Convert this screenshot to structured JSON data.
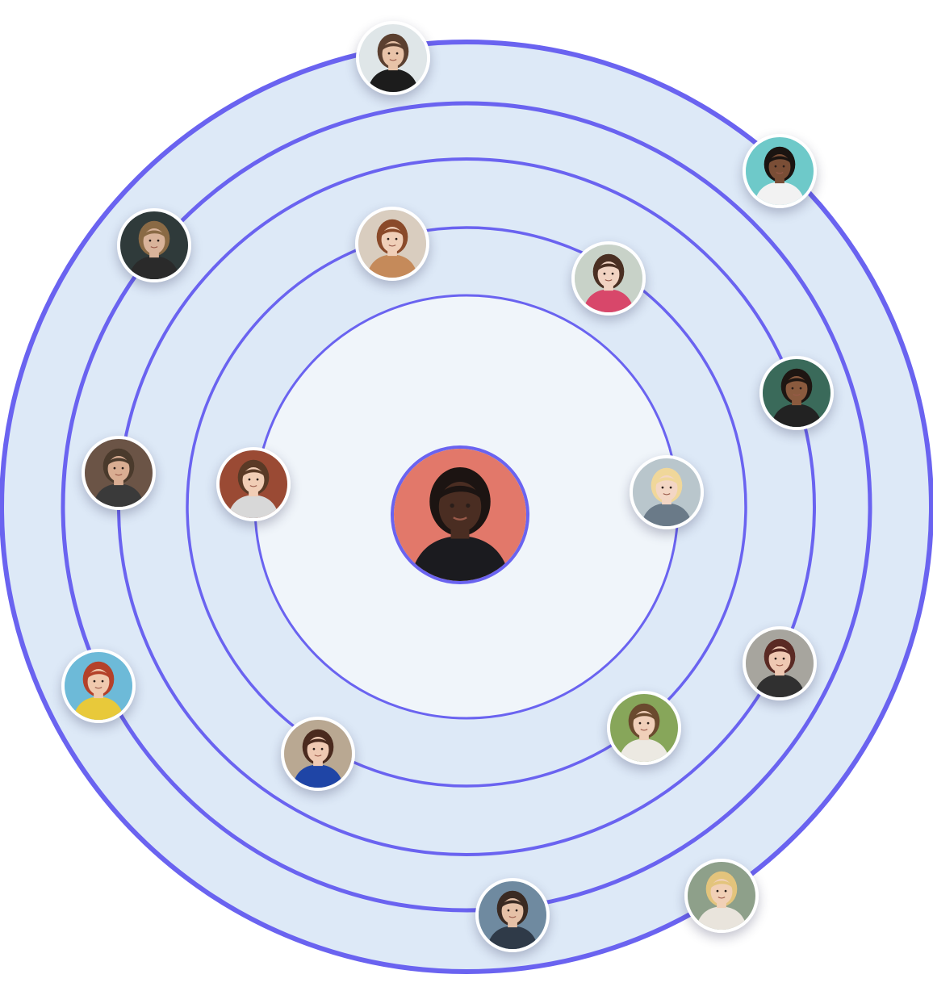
{
  "colors": {
    "ring_stroke": "#6a63f0",
    "band_fill": "#dde9f7",
    "core_fill": "#f0f5fa",
    "avatar_border": "#ffffff"
  },
  "rings": [
    {
      "name": "ring-5",
      "level": 5
    },
    {
      "name": "ring-4",
      "level": 4
    },
    {
      "name": "ring-3",
      "level": 3
    },
    {
      "name": "ring-2",
      "level": 2
    },
    {
      "name": "ring-1",
      "level": 1
    }
  ],
  "center_person": {
    "name": "center-person-avatar",
    "icon": "person-photo",
    "bg": "#e2786a",
    "skin": "#4a2d22",
    "hair": "#1c1412",
    "shirt": "#1b1b1f"
  },
  "people": [
    {
      "name": "person-avatar-1",
      "icon": "person-photo",
      "bg": "#dfe6e8",
      "skin": "#e8c3a8",
      "hair": "#5b4030",
      "shirt": "#1c1c1c"
    },
    {
      "name": "person-avatar-2",
      "icon": "person-photo",
      "bg": "#6ec9c9",
      "skin": "#7a4e36",
      "hair": "#1a1411",
      "shirt": "#f2f2f2"
    },
    {
      "name": "person-avatar-3",
      "icon": "person-photo",
      "bg": "#2f3a3a",
      "skin": "#d9b39a",
      "hair": "#8a6a45",
      "shirt": "#2a2a2a"
    },
    {
      "name": "person-avatar-4",
      "icon": "person-photo",
      "bg": "#d9cdbf",
      "skin": "#f0cfb8",
      "hair": "#8a4a2a",
      "shirt": "#c58a5a"
    },
    {
      "name": "person-avatar-5",
      "icon": "person-photo",
      "bg": "#c8d2c8",
      "skin": "#f1d3c2",
      "hair": "#4a2f22",
      "shirt": "#d8476a"
    },
    {
      "name": "person-avatar-6",
      "icon": "person-photo",
      "bg": "#3a6a5a",
      "skin": "#8a5a3e",
      "hair": "#1e1612",
      "shirt": "#222222"
    },
    {
      "name": "person-avatar-7",
      "icon": "person-photo",
      "bg": "#6b5446",
      "skin": "#d9ad92",
      "hair": "#4a3a2c",
      "shirt": "#3a3a3a"
    },
    {
      "name": "person-avatar-8",
      "icon": "person-photo",
      "bg": "#9a4a34",
      "skin": "#f1cdb5",
      "hair": "#5a3a26",
      "shirt": "#d8d8d8"
    },
    {
      "name": "person-avatar-9",
      "icon": "person-photo",
      "bg": "#b9c6cc",
      "skin": "#f3d6c4",
      "hair": "#f0d79a",
      "shirt": "#6a7a88"
    },
    {
      "name": "person-avatar-10",
      "icon": "person-photo",
      "bg": "#a7a59e",
      "skin": "#efc8b2",
      "hair": "#5a2a24",
      "shirt": "#303030"
    },
    {
      "name": "person-avatar-11",
      "icon": "person-photo",
      "bg": "#6dbad8",
      "skin": "#f0c9ae",
      "hair": "#b4412a",
      "shirt": "#e8c93a"
    },
    {
      "name": "person-avatar-12",
      "icon": "person-photo",
      "bg": "#b9a892",
      "skin": "#efc9b2",
      "hair": "#4a2a1e",
      "shirt": "#1f45a6"
    },
    {
      "name": "person-avatar-13",
      "icon": "person-photo",
      "bg": "#87a65a",
      "skin": "#f0cfb9",
      "hair": "#6a4a2e",
      "shirt": "#ece9e2"
    },
    {
      "name": "person-avatar-14",
      "icon": "person-photo",
      "bg": "#6f8aa0",
      "skin": "#e6c1a7",
      "hair": "#3a2a22",
      "shirt": "#2f3a48"
    },
    {
      "name": "person-avatar-15",
      "icon": "person-photo",
      "bg": "#8ea08a",
      "skin": "#f1d0b6",
      "hair": "#e3c47c",
      "shirt": "#e9e4dc"
    }
  ]
}
